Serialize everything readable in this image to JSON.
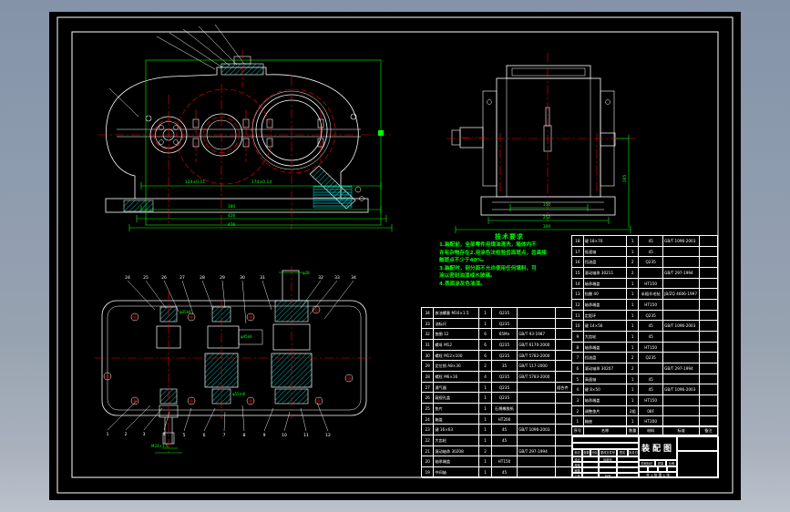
{
  "colors": {
    "canvas_background": "#000000",
    "geometry_line": "#ffffff",
    "centerline": "#ff0000",
    "dimension": "#00ff00",
    "hatch": "#00ffff",
    "bezel": "#8e9cac"
  },
  "tech_requirements": {
    "title": "技术要求",
    "lines": [
      "1.装配前，全部零件用煤油清洗，箱体内不",
      "许有杂物存在2.用涂色法检验齿面斑点，齿高接",
      "触斑点不少于40%。",
      "3.装配时，剖分面不允许使用任何填料，可",
      "涂以密封油漆或水玻璃。",
      "4.表面涂灰色油漆。"
    ]
  },
  "bom_header": {
    "no": "序号",
    "name": "名称",
    "qty": "数量",
    "mat": "材料",
    "std": "标准",
    "rmk": "备注"
  },
  "bom_right": [
    {
      "no": "18",
      "name": "键 18×70",
      "qty": "1",
      "mat": "45",
      "std": "GB/T 1096-2003",
      "rmk": ""
    },
    {
      "no": "17",
      "name": "低速轴",
      "qty": "1",
      "mat": "45",
      "std": "",
      "rmk": ""
    },
    {
      "no": "16",
      "name": "挡油盘",
      "qty": "2",
      "mat": "Q235",
      "std": "",
      "rmk": ""
    },
    {
      "no": "15",
      "name": "滚动轴承 30211",
      "qty": "2",
      "mat": "",
      "std": "GB/T 297-1994",
      "rmk": ""
    },
    {
      "no": "14",
      "name": "轴承端盖",
      "qty": "1",
      "mat": "HT150",
      "std": "",
      "rmk": ""
    },
    {
      "no": "13",
      "name": "毡圈 40",
      "qty": "1",
      "mat": "半粗羊毛毡",
      "std": "JB/ZQ 4606-1997",
      "rmk": ""
    },
    {
      "no": "12",
      "name": "轴承端盖",
      "qty": "1",
      "mat": "HT150",
      "std": "",
      "rmk": ""
    },
    {
      "no": "11",
      "name": "定距环",
      "qty": "1",
      "mat": "Q235",
      "std": "",
      "rmk": ""
    },
    {
      "no": "10",
      "name": "键 14×56",
      "qty": "1",
      "mat": "45",
      "std": "GB/T 1096-2003",
      "rmk": ""
    },
    {
      "no": "9",
      "name": "大齿轮",
      "qty": "1",
      "mat": "45",
      "std": "",
      "rmk": ""
    },
    {
      "no": "8",
      "name": "轴承端盖",
      "qty": "1",
      "mat": "HT150",
      "std": "",
      "rmk": ""
    },
    {
      "no": "7",
      "name": "挡油盘",
      "qty": "2",
      "mat": "Q235",
      "std": "",
      "rmk": ""
    },
    {
      "no": "6",
      "name": "滚动轴承 30207",
      "qty": "2",
      "mat": "",
      "std": "GB/T 297-1994",
      "rmk": ""
    },
    {
      "no": "5",
      "name": "高速轴",
      "qty": "1",
      "mat": "45",
      "std": "",
      "rmk": ""
    },
    {
      "no": "4",
      "name": "键 8×50",
      "qty": "1",
      "mat": "45",
      "std": "GB/T 1096-2003",
      "rmk": ""
    },
    {
      "no": "3",
      "name": "轴承端盖",
      "qty": "1",
      "mat": "HT150",
      "std": "",
      "rmk": ""
    },
    {
      "no": "2",
      "name": "调整垫片",
      "qty": "2组",
      "mat": "08F",
      "std": "",
      "rmk": ""
    },
    {
      "no": "1",
      "name": "箱座",
      "qty": "1",
      "mat": "HT200",
      "std": "",
      "rmk": ""
    }
  ],
  "bom_left": [
    {
      "no": "34",
      "name": "放油螺塞 M16×1.5",
      "qty": "1",
      "mat": "Q235",
      "std": "",
      "rmk": ""
    },
    {
      "no": "33",
      "name": "油标尺",
      "qty": "1",
      "mat": "Q235",
      "std": "",
      "rmk": ""
    },
    {
      "no": "32",
      "name": "垫圈 12",
      "qty": "6",
      "mat": "65Mn",
      "std": "GB/T 93-1987",
      "rmk": ""
    },
    {
      "no": "31",
      "name": "螺母 M12",
      "qty": "6",
      "mat": "Q235",
      "std": "GB/T 6170-2000",
      "rmk": ""
    },
    {
      "no": "30",
      "name": "螺栓 M12×100",
      "qty": "6",
      "mat": "Q235",
      "std": "GB/T 5782-2000",
      "rmk": ""
    },
    {
      "no": "29",
      "name": "定位销 A8×30",
      "qty": "2",
      "mat": "35",
      "std": "GB/T 117-2000",
      "rmk": ""
    },
    {
      "no": "28",
      "name": "螺栓 M6×16",
      "qty": "4",
      "mat": "Q235",
      "std": "GB/T 5783-2000",
      "rmk": ""
    },
    {
      "no": "27",
      "name": "通气器",
      "qty": "1",
      "mat": "Q235",
      "std": "",
      "rmk": "组合件"
    },
    {
      "no": "26",
      "name": "窥视孔盖",
      "qty": "1",
      "mat": "Q235",
      "std": "",
      "rmk": ""
    },
    {
      "no": "25",
      "name": "垫片",
      "qty": "1",
      "mat": "石棉橡胶纸",
      "std": "",
      "rmk": ""
    },
    {
      "no": "24",
      "name": "箱盖",
      "qty": "1",
      "mat": "HT200",
      "std": "",
      "rmk": ""
    },
    {
      "no": "23",
      "name": "键 16×63",
      "qty": "1",
      "mat": "45",
      "std": "GB/T 1096-2003",
      "rmk": ""
    },
    {
      "no": "22",
      "name": "大齿轮",
      "qty": "1",
      "mat": "45",
      "std": "",
      "rmk": ""
    },
    {
      "no": "21",
      "name": "滚动轴承 30208",
      "qty": "2",
      "mat": "",
      "std": "GB/T 297-1994",
      "rmk": ""
    },
    {
      "no": "20",
      "name": "轴承端盖",
      "qty": "1",
      "mat": "HT150",
      "std": "",
      "rmk": ""
    },
    {
      "no": "19",
      "name": "中间轴",
      "qty": "1",
      "mat": "45",
      "std": "",
      "rmk": ""
    }
  ],
  "balloons": {
    "top": [
      "24",
      "25",
      "26",
      "27",
      "28",
      "29",
      "30",
      "31",
      "32",
      "33",
      "34"
    ],
    "bottom": [
      "1",
      "2",
      "3",
      "4",
      "5",
      "6",
      "7",
      "8",
      "9",
      "10",
      "11",
      "12"
    ]
  },
  "dims": {
    "front_center_1": "124±0.11",
    "front_center_2": "174±0.14",
    "front_w1": "380",
    "front_w2": "426",
    "front_w3": "476",
    "side_h": "165",
    "side_w1": "150",
    "side_w2": "252",
    "side_w3": "300",
    "sec_1": "φ35k6",
    "sec_2": "φ45k6",
    "sec_3": "φ55m6",
    "sec_4": "M24×1.5",
    "sec_5": "φ28"
  },
  "title_block": {
    "title": "装配图",
    "rev_headers": [
      "标记",
      "处数",
      "分区",
      "更改文件号",
      "签名",
      "年月日"
    ],
    "sign_rows": [
      {
        "a": "设计",
        "b": "标准化"
      },
      {
        "a": "校核",
        "b": ""
      },
      {
        "a": "审核",
        "b": ""
      },
      {
        "a": "工艺",
        "b": "批准"
      }
    ],
    "stage_label": "阶段标记",
    "mass_label": "质量",
    "scale_label": "比例",
    "sheet_text": "共 1 张  第 1 张"
  }
}
